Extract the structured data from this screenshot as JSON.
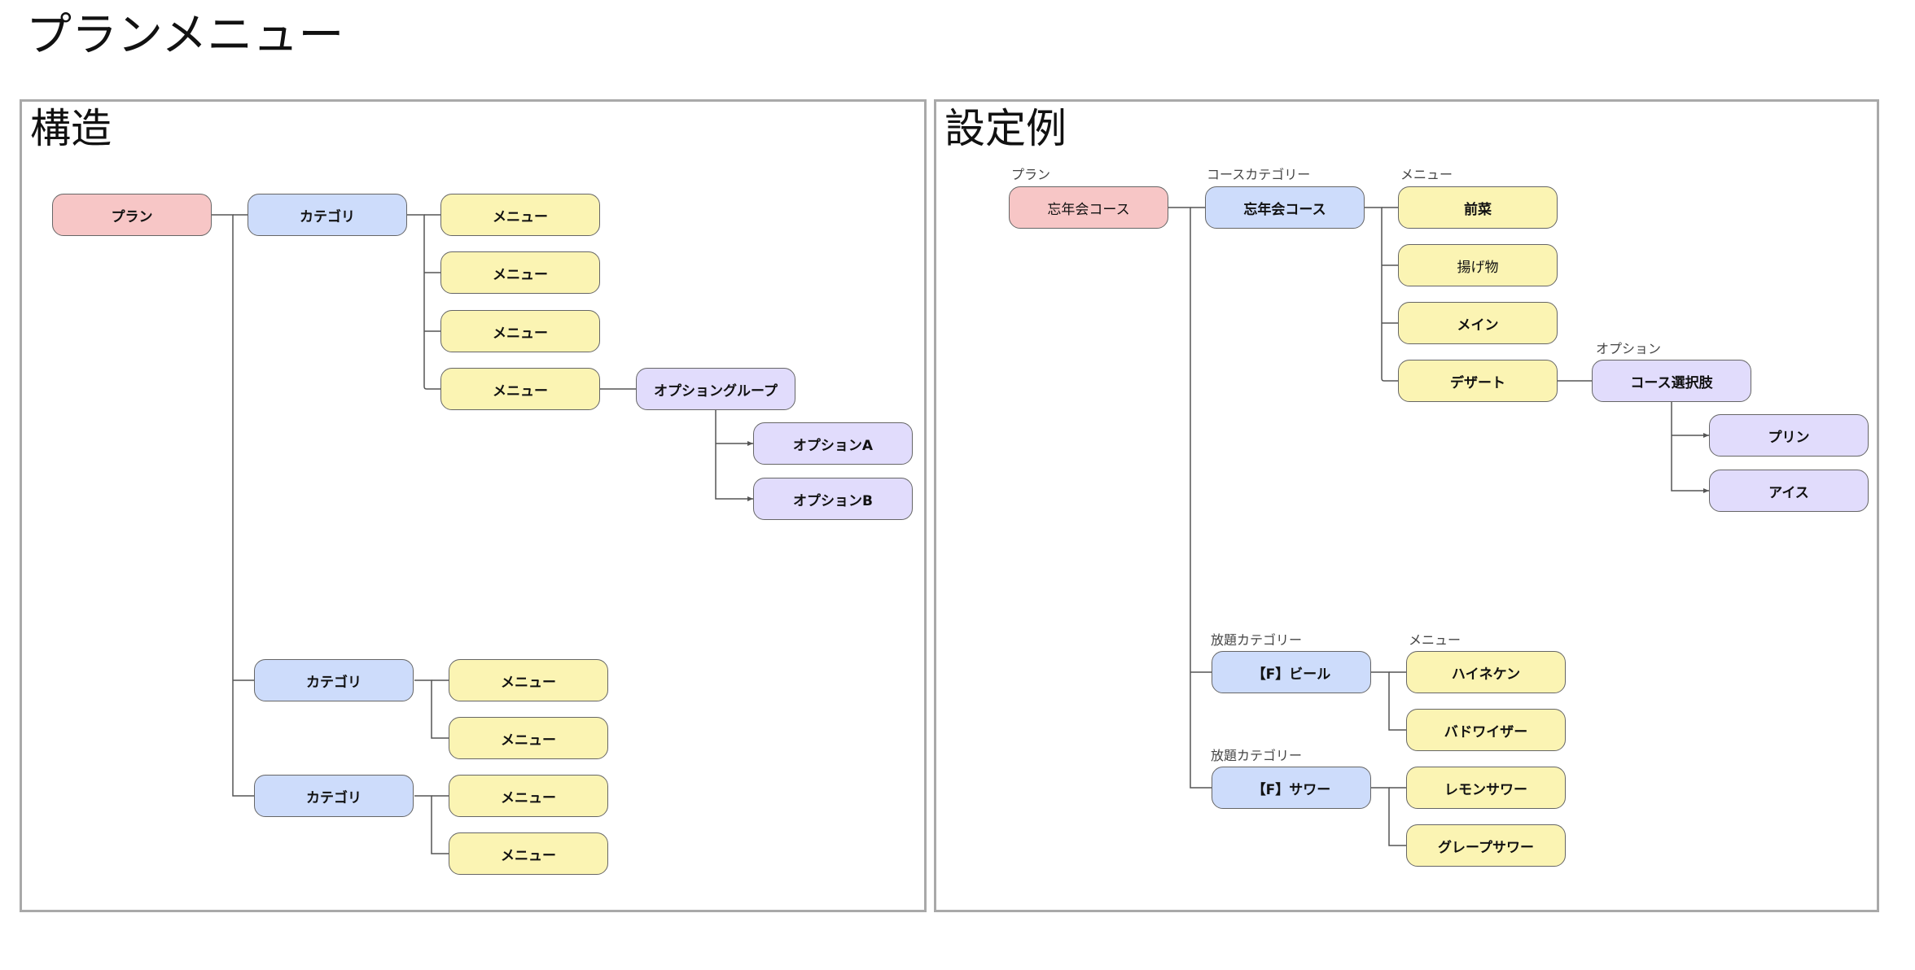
{
  "page_title": "プランメニュー",
  "structure": {
    "title": "構造",
    "plan": "プラン",
    "categories": [
      {
        "label": "カテゴリ",
        "menus": [
          "メニュー",
          "メニュー",
          "メニュー",
          "メニュー"
        ],
        "option_group": {
          "label": "オプショングループ",
          "options": [
            "オプションA",
            "オプションB"
          ]
        }
      },
      {
        "label": "カテゴリ",
        "menus": [
          "メニュー",
          "メニュー"
        ]
      },
      {
        "label": "カテゴリ",
        "menus": [
          "メニュー",
          "メニュー"
        ]
      }
    ]
  },
  "example": {
    "title": "設定例",
    "plan_caption": "プラン",
    "plan": "忘年会コース",
    "course_category_caption": "コースカテゴリー",
    "course_category": "忘年会コース",
    "menu_caption": "メニュー",
    "course_menus": [
      "前菜",
      "揚げ物",
      "メイン",
      "デザート"
    ],
    "option_caption": "オプション",
    "option_group": "コース選択肢",
    "options": [
      "プリン",
      "アイス"
    ],
    "all_you_can_categories": [
      {
        "caption": "放題カテゴリー",
        "label": "【F】ビール",
        "menu_caption": "メニュー",
        "menus": [
          "ハイネケン",
          "バドワイザー"
        ]
      },
      {
        "caption": "放題カテゴリー",
        "label": "【F】サワー",
        "menus": [
          "レモンサワー",
          "グレープサワー"
        ]
      }
    ]
  },
  "colors": {
    "plan": "#f7c6c6",
    "category": "#cddcfb",
    "menu": "#fbf4b3",
    "option": "#e1dcfc",
    "frame": "#a9a9a9"
  }
}
